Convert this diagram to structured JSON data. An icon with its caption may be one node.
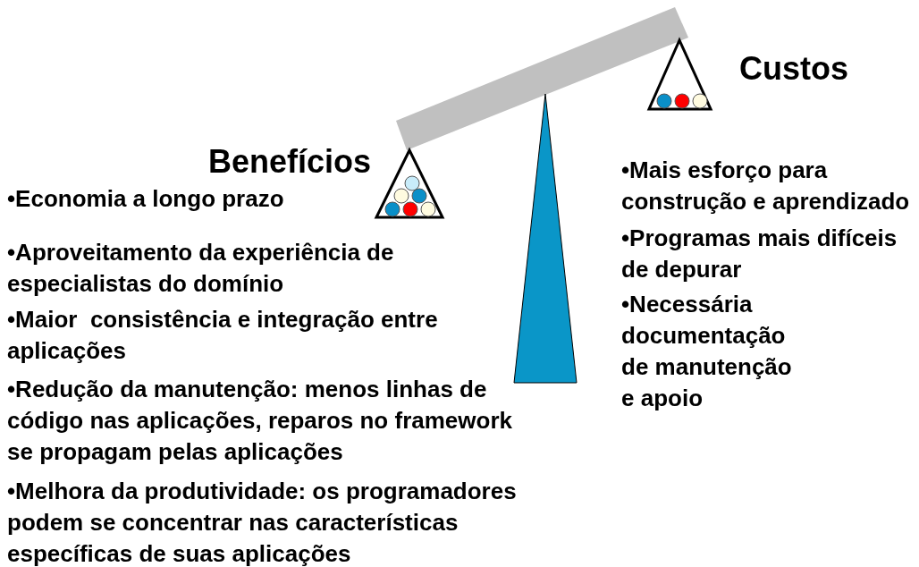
{
  "diagram": {
    "labels": [
      "Custos",
      "Benefícios",
      "•Mais esforço para construção e aprendizado",
      "•Economia a longo prazo",
      "•Programas mais difíceis de depurar",
      "•Aproveitamento da experiência de especialistas do domínio",
      "•Necessária documentação de manutenção e apoio",
      "•Maior  consistência e integração entre aplicações",
      "•Redução da manutenção: menos linhas de código nas aplicações, reparos no framework se propagam pelas aplicações",
      "•Melhora da produtividade: os programadores podem se concentrar nas características específicas de suas aplicações"
    ]
  }
}
